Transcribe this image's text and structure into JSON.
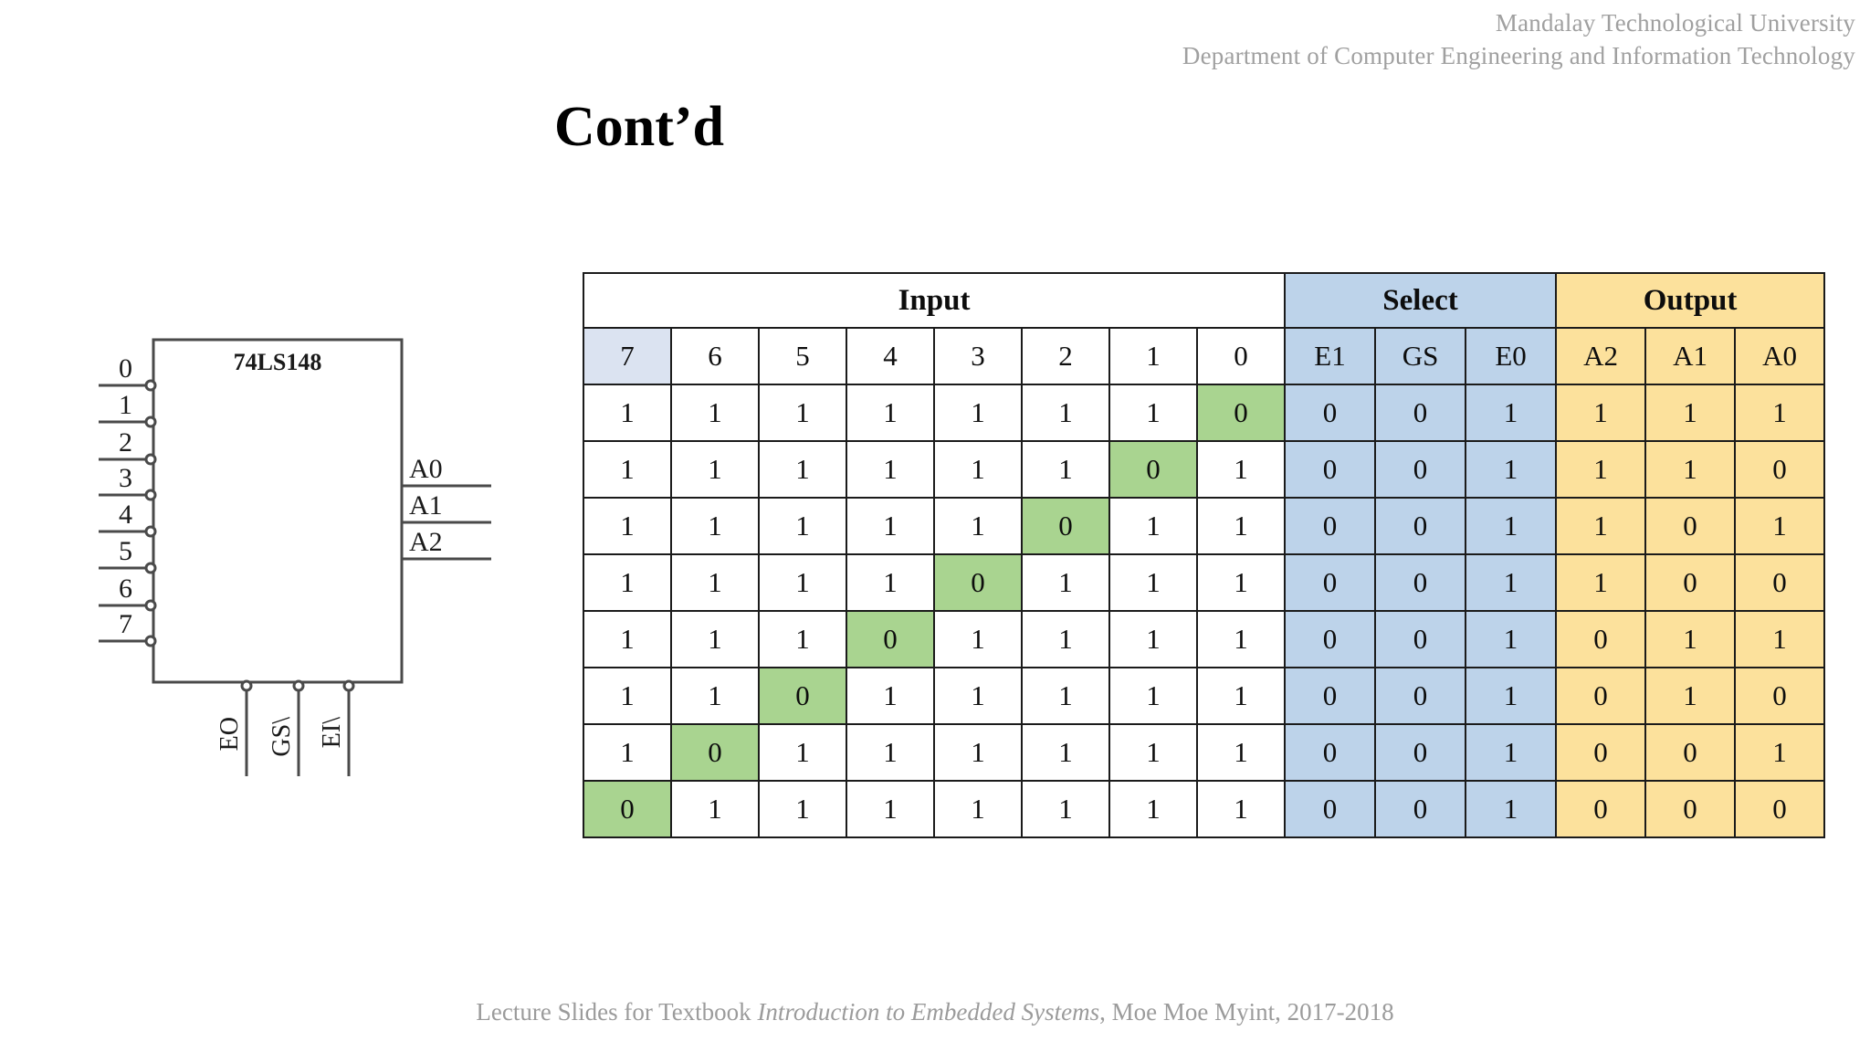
{
  "header": {
    "line1": "Mandalay Technological University",
    "line2": "Department of Computer Engineering and Information Technology"
  },
  "title": "Cont’d",
  "footer": {
    "prefix": "Lecture Slides for Textbook ",
    "book": "Introduction to Embedded Systems",
    "suffix": ", Moe Moe Myint, 2017-2018"
  },
  "chip": {
    "part_number": "74LS148",
    "input_pins": [
      "0",
      "1",
      "2",
      "3",
      "4",
      "5",
      "6",
      "7"
    ],
    "output_pins": [
      "A0",
      "A1",
      "A2"
    ],
    "bottom_pins": [
      "EO",
      "GS\\",
      "EI\\"
    ]
  },
  "colors": {
    "select_blue": "#bdd3ea",
    "select_blue_light": "#dbe3f1",
    "output_yellow": "#fce19c",
    "highlight_green": "#a9d490",
    "border": "#1b1b1b",
    "header_gray": "#a0a0a0",
    "footer_gray": "#9b9b9b"
  },
  "table": {
    "groups": [
      {
        "label": "Input",
        "span": 8,
        "fill": "white"
      },
      {
        "label": "Select",
        "span": 3,
        "fill": "blue"
      },
      {
        "label": "Output",
        "span": 3,
        "fill": "yellow"
      }
    ],
    "columns": [
      {
        "label": "7",
        "fill": "bluelt"
      },
      {
        "label": "6",
        "fill": "white"
      },
      {
        "label": "5",
        "fill": "white"
      },
      {
        "label": "4",
        "fill": "white"
      },
      {
        "label": "3",
        "fill": "white"
      },
      {
        "label": "2",
        "fill": "white"
      },
      {
        "label": "1",
        "fill": "white"
      },
      {
        "label": "0",
        "fill": "white"
      },
      {
        "label": "E1",
        "fill": "blue"
      },
      {
        "label": "GS",
        "fill": "blue"
      },
      {
        "label": "E0",
        "fill": "blue"
      },
      {
        "label": "A2",
        "fill": "yellow"
      },
      {
        "label": "A1",
        "fill": "yellow"
      },
      {
        "label": "A0",
        "fill": "yellow"
      }
    ],
    "rows": [
      {
        "cells": [
          "1",
          "1",
          "1",
          "1",
          "1",
          "1",
          "1",
          "0",
          "0",
          "0",
          "1",
          "1",
          "1",
          "1"
        ],
        "fills": [
          "white",
          "white",
          "white",
          "white",
          "white",
          "white",
          "white",
          "green",
          "blue",
          "blue",
          "blue",
          "yellow",
          "yellow",
          "yellow"
        ]
      },
      {
        "cells": [
          "1",
          "1",
          "1",
          "1",
          "1",
          "1",
          "0",
          "1",
          "0",
          "0",
          "1",
          "1",
          "1",
          "0"
        ],
        "fills": [
          "white",
          "white",
          "white",
          "white",
          "white",
          "white",
          "green",
          "white",
          "blue",
          "blue",
          "blue",
          "yellow",
          "yellow",
          "yellow"
        ]
      },
      {
        "cells": [
          "1",
          "1",
          "1",
          "1",
          "1",
          "0",
          "1",
          "1",
          "0",
          "0",
          "1",
          "1",
          "0",
          "1"
        ],
        "fills": [
          "white",
          "white",
          "white",
          "white",
          "white",
          "green",
          "white",
          "white",
          "blue",
          "blue",
          "blue",
          "yellow",
          "yellow",
          "yellow"
        ]
      },
      {
        "cells": [
          "1",
          "1",
          "1",
          "1",
          "0",
          "1",
          "1",
          "1",
          "0",
          "0",
          "1",
          "1",
          "0",
          "0"
        ],
        "fills": [
          "white",
          "white",
          "white",
          "white",
          "green",
          "white",
          "white",
          "white",
          "blue",
          "blue",
          "blue",
          "yellow",
          "yellow",
          "yellow"
        ]
      },
      {
        "cells": [
          "1",
          "1",
          "1",
          "0",
          "1",
          "1",
          "1",
          "1",
          "0",
          "0",
          "1",
          "0",
          "1",
          "1"
        ],
        "fills": [
          "white",
          "white",
          "white",
          "green",
          "white",
          "white",
          "white",
          "white",
          "blue",
          "blue",
          "blue",
          "yellow",
          "yellow",
          "yellow"
        ]
      },
      {
        "cells": [
          "1",
          "1",
          "0",
          "1",
          "1",
          "1",
          "1",
          "1",
          "0",
          "0",
          "1",
          "0",
          "1",
          "0"
        ],
        "fills": [
          "white",
          "white",
          "green",
          "white",
          "white",
          "white",
          "white",
          "white",
          "blue",
          "blue",
          "blue",
          "yellow",
          "yellow",
          "yellow"
        ]
      },
      {
        "cells": [
          "1",
          "0",
          "1",
          "1",
          "1",
          "1",
          "1",
          "1",
          "0",
          "0",
          "1",
          "0",
          "0",
          "1"
        ],
        "fills": [
          "white",
          "green",
          "white",
          "white",
          "white",
          "white",
          "white",
          "white",
          "blue",
          "blue",
          "blue",
          "yellow",
          "yellow",
          "yellow"
        ]
      },
      {
        "cells": [
          "0",
          "1",
          "1",
          "1",
          "1",
          "1",
          "1",
          "1",
          "0",
          "0",
          "1",
          "0",
          "0",
          "0"
        ],
        "fills": [
          "green",
          "white",
          "white",
          "white",
          "white",
          "white",
          "white",
          "white",
          "blue",
          "blue",
          "blue",
          "yellow",
          "yellow",
          "yellow"
        ]
      }
    ]
  }
}
